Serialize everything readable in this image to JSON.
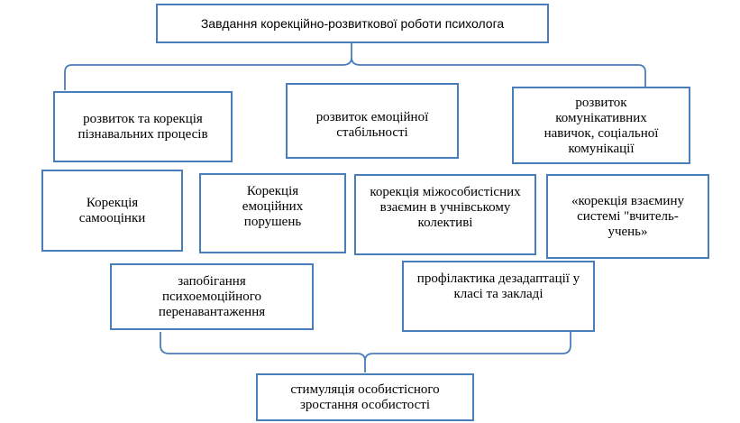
{
  "diagram": {
    "root": "Завдання корекційно-розвиткової  роботи психолога",
    "level1": [
      "розвиток та корекція пізнавальних процесів",
      "розвиток емоційної стабільності",
      "розвиток комунікативних навичок, соціальної комунікації"
    ],
    "level2": [
      "Корекція самооцінки",
      "Корекція емоційних порушень",
      "корекція міжособистісних взаємин в учнівському колективі",
      "«корекція взаємину системі \"вчитель-учень»"
    ],
    "level3": [
      "запобігання психоемоційного перенавантаження",
      "профілактика дезадаптації у класі та закладі"
    ],
    "result": "стимуляція особистісного зростання особистості"
  },
  "colors": {
    "border": "#4a7ebb",
    "connector": "#4a7ebb"
  }
}
